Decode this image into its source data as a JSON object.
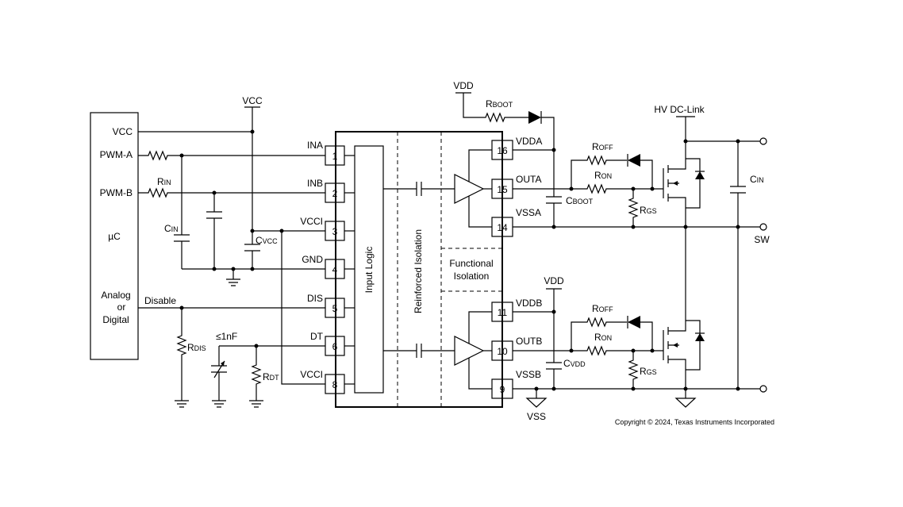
{
  "controller": {
    "vcc": "VCC",
    "pwm_a": "PWM-A",
    "pwm_b": "PWM-B",
    "mu_c": "µC",
    "analog_1": "Analog",
    "analog_2": "or",
    "analog_3": "Digital"
  },
  "supply": {
    "vcc": "VCC",
    "vdd_top": "VDD",
    "vdd_mid": "VDD",
    "hv_dc_link": "HV DC-Link",
    "sw": "SW",
    "vss": "VSS"
  },
  "signals": {
    "disable": "Disable",
    "cap_dt": "≤1nF"
  },
  "components": {
    "rin": {
      "main": "R",
      "sub": "IN"
    },
    "cin_left": {
      "main": "C",
      "sub": "IN"
    },
    "cvcc": {
      "main": "C",
      "sub": "VCC"
    },
    "rdis": {
      "main": "R",
      "sub": "DIS"
    },
    "rdt": {
      "main": "R",
      "sub": "DT"
    },
    "rboot": {
      "main": "R",
      "sub": "BOOT"
    },
    "cboot": {
      "main": "C",
      "sub": "BOOT"
    },
    "cvdd": {
      "main": "C",
      "sub": "VDD"
    },
    "roff_a": {
      "main": "R",
      "sub": "OFF"
    },
    "ron_a": {
      "main": "R",
      "sub": "ON"
    },
    "rgs_a": {
      "main": "R",
      "sub": "GS"
    },
    "roff_b": {
      "main": "R",
      "sub": "OFF"
    },
    "ron_b": {
      "main": "R",
      "sub": "ON"
    },
    "rgs_b": {
      "main": "R",
      "sub": "GS"
    },
    "cin_right": {
      "main": "C",
      "sub": "IN"
    }
  },
  "chip": {
    "left_pins": [
      {
        "num": "1",
        "name": "INA"
      },
      {
        "num": "2",
        "name": "INB"
      },
      {
        "num": "3",
        "name": "VCCI"
      },
      {
        "num": "4",
        "name": "GND"
      },
      {
        "num": "5",
        "name": "DIS"
      },
      {
        "num": "6",
        "name": "DT"
      },
      {
        "num": "8",
        "name": "VCCI"
      }
    ],
    "right_pins": [
      {
        "num": "16",
        "name": "VDDA"
      },
      {
        "num": "15",
        "name": "OUTA"
      },
      {
        "num": "14",
        "name": "VSSA"
      },
      {
        "num": "11",
        "name": "VDDB"
      },
      {
        "num": "10",
        "name": "OUTB"
      },
      {
        "num": "9",
        "name": "VSSB"
      }
    ],
    "input_logic": "Input Logic",
    "reinforced_isolation": "Reinforced Isolation",
    "functional_isolation_1": "Functional",
    "functional_isolation_2": "Isolation"
  },
  "copyright": "Copyright © 2024, Texas Instruments Incorporated"
}
